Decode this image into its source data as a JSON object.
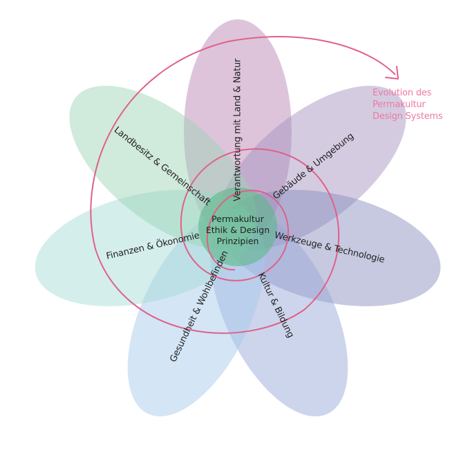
{
  "center": {
    "lines": [
      "Permakultur",
      "Ethik & Design",
      "Prinzipien"
    ],
    "color": "#5fb88a"
  },
  "petals": [
    {
      "label": "Verantwortung mit Land & Natur",
      "color": "#b784b3"
    },
    {
      "label": "Gebäude & Umgebung",
      "color": "#a593c1"
    },
    {
      "label": "Werkzeuge & Technologie",
      "color": "#8a8fbf"
    },
    {
      "label": "Kultur & Bildung",
      "color": "#97a7d7"
    },
    {
      "label": "Gesundheit & Wohlbefinden",
      "color": "#a6c8ea"
    },
    {
      "label": "Finanzen & Ökonomie",
      "color": "#a6dcd7"
    },
    {
      "label": "Landbesitz & Gemeinschaft",
      "color": "#9dd4b6"
    }
  ],
  "spiral": {
    "color": "#e0608a"
  },
  "evolution": {
    "lines": [
      "Evolution des",
      "Permakultur",
      "Design Systems"
    ],
    "color": "#ee78a4"
  }
}
